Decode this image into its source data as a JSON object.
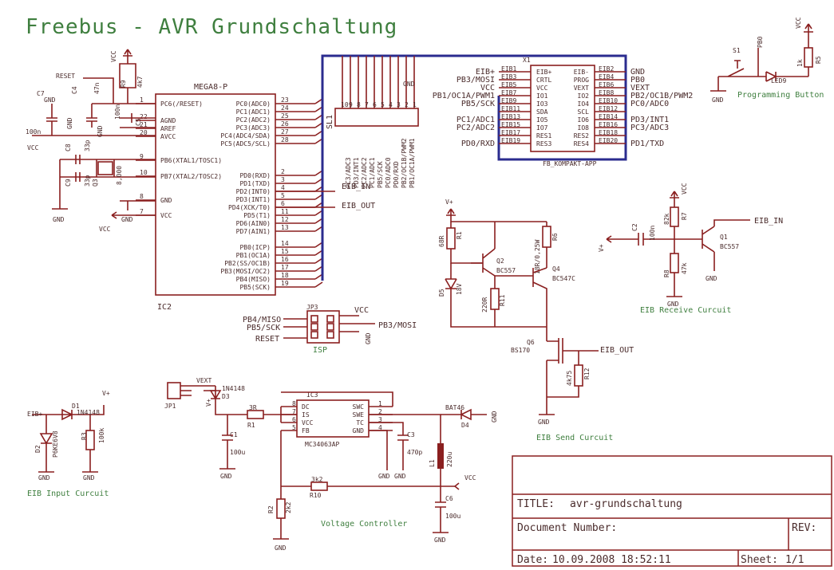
{
  "title": "Freebus - AVR Grundschaltung",
  "ic2": {
    "ref": "IC2",
    "type": "MEGA8-P",
    "left_pins": [
      {
        "name": "PC6(/RESET)",
        "num": "1"
      },
      {
        "name": "AGND",
        "num": "22"
      },
      {
        "name": "AREF",
        "num": "21"
      },
      {
        "name": "AVCC",
        "num": "20"
      },
      {
        "name": "PB6(XTAL1/TOSC1)",
        "num": "9"
      },
      {
        "name": "PB7(XTAL2/TOSC2)",
        "num": "10"
      },
      {
        "name": "GND",
        "num": "8"
      },
      {
        "name": "VCC",
        "num": "7"
      }
    ],
    "right_pins": [
      {
        "name": "PC0(ADC0)",
        "num": "23"
      },
      {
        "name": "PC1(ADC1)",
        "num": "24"
      },
      {
        "name": "PC2(ADC2)",
        "num": "25"
      },
      {
        "name": "PC3(ADC3)",
        "num": "26"
      },
      {
        "name": "PC4(ADC4/SDA)",
        "num": "27"
      },
      {
        "name": "PC5(ADC5/SCL)",
        "num": "28"
      },
      {
        "name": "PD0(RXD)",
        "num": "2"
      },
      {
        "name": "PD1(TXD)",
        "num": "3"
      },
      {
        "name": "PD2(INT0)",
        "num": "4"
      },
      {
        "name": "PD3(INT1)",
        "num": "5"
      },
      {
        "name": "PD4(XCK/T0)",
        "num": "6"
      },
      {
        "name": "PD5(T1)",
        "num": "11"
      },
      {
        "name": "PD6(AIN0)",
        "num": "12"
      },
      {
        "name": "PD7(AIN1)",
        "num": "13"
      },
      {
        "name": "PB0(ICP)",
        "num": "14"
      },
      {
        "name": "PB1(OC1A)",
        "num": "15"
      },
      {
        "name": "PB2(SS/OC1B)",
        "num": "16"
      },
      {
        "name": "PB3(MOSI/OC2)",
        "num": "17"
      },
      {
        "name": "PB4(MISO)",
        "num": "18"
      },
      {
        "name": "PB5(SCK)",
        "num": "19"
      }
    ]
  },
  "x1": {
    "ref": "X1",
    "type": "FB_KOMPAKT-APP",
    "inner_left": [
      "EIB+",
      "CRTL",
      "VCC",
      "IO1",
      "IO3",
      "SDA",
      "IO5",
      "IO7",
      "RES1",
      "RES3"
    ],
    "inner_right": [
      "EIB-",
      "PROG",
      "VEXT",
      "IO2",
      "IO4",
      "SCL",
      "IO6",
      "IO8",
      "RES2",
      "RES4"
    ],
    "pins_left": [
      "EIB1",
      "EIB3",
      "EIB5",
      "EIB7",
      "EIB9",
      "EIB11",
      "EIB13",
      "EIB15",
      "EIB17",
      "EIB19"
    ],
    "pins_right": [
      "EIB2",
      "EIB4",
      "EIB6",
      "EIB8",
      "EIB10",
      "EIB12",
      "EIB14",
      "EIB16",
      "EIB18",
      "EIB20"
    ],
    "nets_left": [
      "EIB+",
      "PB3/MOSI",
      "VCC",
      "PB1/OC1A/PWM1",
      "PB5/SCK",
      "",
      "PC1/ADC1",
      "PC2/ADC2",
      "",
      "PD0/RXD"
    ],
    "nets_right": [
      "GND",
      "PB0",
      "VEXT",
      "PB2/OC1B/PWM2",
      "PC0/ADC0",
      "",
      "PD3/INT1",
      "PC3/ADC3",
      "",
      "PD1/TXD"
    ]
  },
  "sl1": {
    "ref": "SL1",
    "pins": [
      "10",
      "9",
      "8",
      "7",
      "6",
      "5",
      "4",
      "3",
      "2",
      "1"
    ],
    "labels": [
      "PC3/ADC3",
      "PD3/INT1",
      "PC2/ADC2",
      "PC1/ADC1",
      "PB5/SCK",
      "PC0/ADC0",
      "PD0/RXD",
      "PB2/OC1B/PWM2",
      "PB1/OC1A/PWM1"
    ],
    "gnd": "GND"
  },
  "nets": {
    "reset": "RESET",
    "vcc": "VCC",
    "gnd": "GND",
    "vplus": "V+",
    "eib_in": "EIB_IN",
    "eib_out": "EIB_OUT",
    "eib_plus": "EIB+",
    "vext": "VEXT",
    "pb0": "PB0"
  },
  "components": {
    "r9": {
      "ref": "R9",
      "val": "4k7"
    },
    "c4": {
      "ref": "C4",
      "val": "47n"
    },
    "c5": {
      "ref": "C5",
      "val": "100n"
    },
    "c7": {
      "ref": "C7",
      "val": "100n"
    },
    "c8": {
      "ref": "C8",
      "val": "33p"
    },
    "c9": {
      "ref": "C9",
      "val": "33p"
    },
    "q3": {
      "ref": "Q3",
      "val": "8,000"
    },
    "r1": {
      "ref": "R1",
      "val": "68R"
    },
    "d5": {
      "ref": "D5",
      "val": "18V"
    },
    "r11": {
      "ref": "R11",
      "val": "220R"
    },
    "q2": {
      "ref": "Q2",
      "val": "BC557"
    },
    "r6": {
      "ref": "R6",
      "val": "18R/0,25W"
    },
    "q4": {
      "ref": "Q4",
      "val": "BC547C"
    },
    "q6": {
      "ref": "Q6",
      "val": "BS170"
    },
    "r12": {
      "ref": "R12",
      "val": "4k75"
    },
    "c2": {
      "ref": "C2",
      "val": "100n"
    },
    "r7": {
      "ref": "R7",
      "val": "82k"
    },
    "r8": {
      "ref": "R8",
      "val": "47k"
    },
    "q1": {
      "ref": "Q1",
      "val": "BC557"
    },
    "s1": {
      "ref": "S1"
    },
    "led9": {
      "ref": "LED9"
    },
    "r5": {
      "ref": "R5",
      "val": "1k"
    },
    "jp3": {
      "ref": "JP3",
      "pins": [
        "PB4/MISO",
        "PB5/SCK",
        "RESET",
        "VCC",
        "PB3/MOSI",
        "GND"
      ]
    },
    "jp1": {
      "ref": "JP1"
    },
    "d3": {
      "ref": "D3",
      "val": "1N4148"
    },
    "d1": {
      "ref": "D1",
      "val": "1N4148"
    },
    "d2": {
      "ref": "D2",
      "val": "P6KE6V8"
    },
    "r3": {
      "ref": "R3",
      "val": "100k"
    },
    "r1b": {
      "ref": "R1",
      "val": "3R"
    },
    "c1": {
      "ref": "C1",
      "val": "100u"
    },
    "ic3": {
      "ref": "IC3",
      "type": "MC34063AP",
      "left": [
        "DC",
        "IS",
        "VCC",
        "FB"
      ],
      "right": [
        "SWC",
        "SWE",
        "TC",
        "GND"
      ],
      "lnums": [
        "8",
        "7",
        "6",
        "5"
      ],
      "rnums": [
        "1",
        "2",
        "3",
        "4"
      ]
    },
    "c3": {
      "ref": "C3",
      "val": "470p"
    },
    "d4": {
      "ref": "D4",
      "val": "BAT46"
    },
    "l1": {
      "ref": "L1",
      "val": "220u"
    },
    "r10": {
      "ref": "R10",
      "val": "3k2"
    },
    "r2": {
      "ref": "R2",
      "val": "2k2"
    },
    "c6": {
      "ref": "C6",
      "val": "100u"
    }
  },
  "section_labels": {
    "programming": "Programming Button",
    "eib_receive": "EIB Receive Curcuit",
    "eib_send": "EIB Send Curcuit",
    "eib_input": "EIB Input Curcuit",
    "voltage": "Voltage Controller",
    "isp": "ISP"
  },
  "title_block": {
    "title_label": "TITLE:",
    "title_value": "avr-grundschaltung",
    "docnum_label": "Document Number:",
    "rev_label": "REV:",
    "date_label": "Date:",
    "date_value": "10.09.2008 18:52:11",
    "sheet_label": "Sheet:",
    "sheet_value": "1/1"
  }
}
